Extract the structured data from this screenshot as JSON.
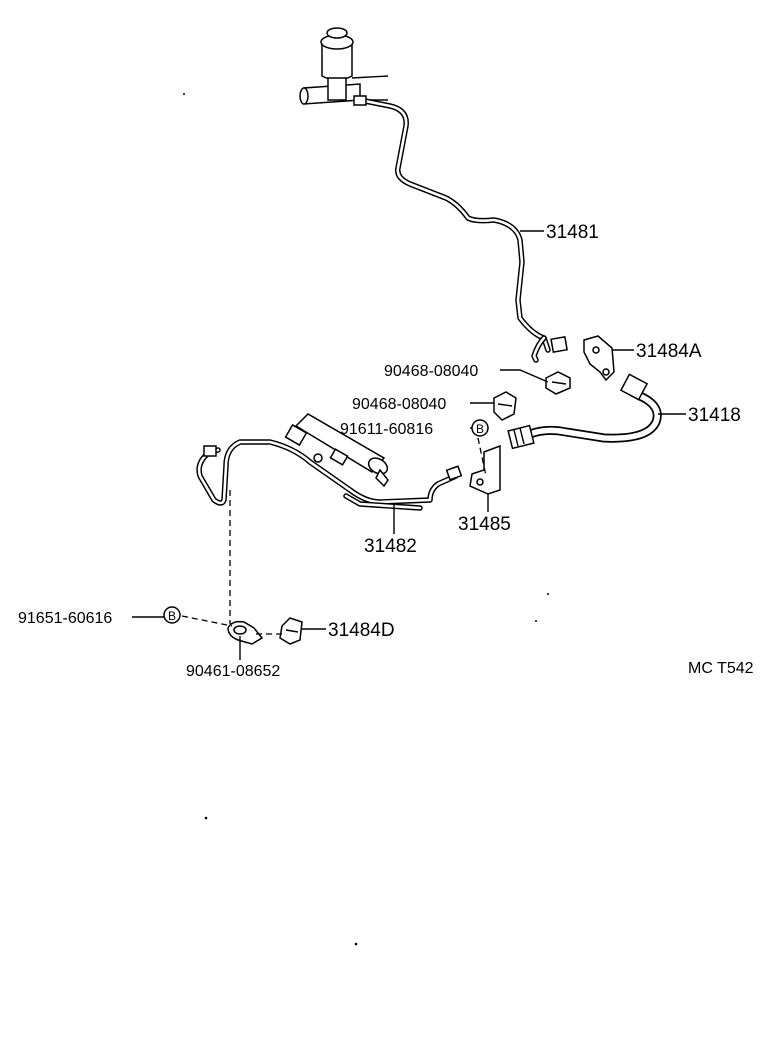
{
  "diagram": {
    "labels": {
      "p31481": "31481",
      "p31484A": "31484A",
      "p90468a": "90468-08040",
      "p90468b": "90468-08040",
      "p31418": "31418",
      "p91611": "91611-60816",
      "p31485": "31485",
      "p31482": "31482",
      "p91651": "91651-60616",
      "p31484D": "31484D",
      "p90461": "90461-08652",
      "code": "MC T542",
      "markerB1": "B",
      "markerB2": "B"
    }
  }
}
